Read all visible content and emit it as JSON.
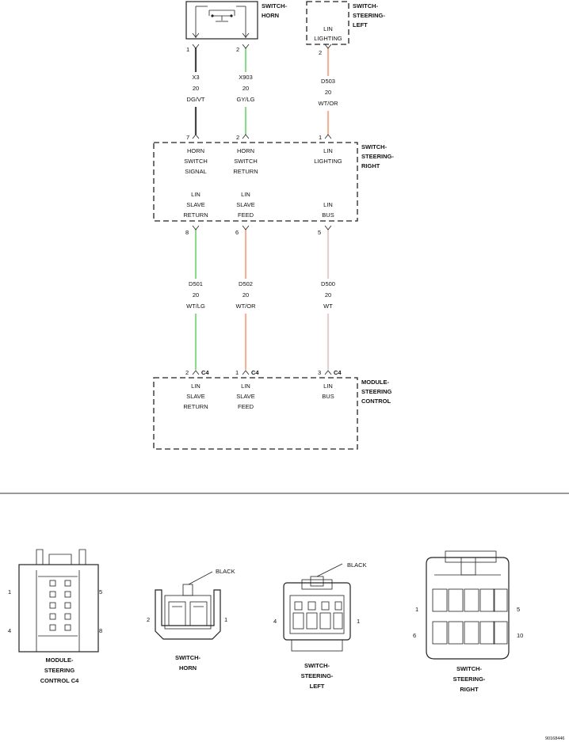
{
  "components": {
    "horn": [
      "SWITCH-",
      "HORN"
    ],
    "steering_left": [
      "SWITCH-",
      "STEERING-",
      "LEFT"
    ],
    "steering_right": [
      "SWITCH-",
      "STEERING-",
      "RIGHT"
    ],
    "module": [
      "MODULE-",
      "STEERING",
      "CONTROL"
    ]
  },
  "left_switch_inner": [
    "LIN",
    "LIGHTING"
  ],
  "upper_wires": [
    {
      "circuit": "X3",
      "gauge": "20",
      "color_code": "DG/VT",
      "top_pin": "1",
      "bottom_pin": "7",
      "wire_color": "#444444"
    },
    {
      "circuit": "X903",
      "gauge": "20",
      "color_code": "GY/LG",
      "top_pin": "2",
      "bottom_pin": "2",
      "wire_color": "#8fd88f"
    },
    {
      "circuit": "D503",
      "gauge": "20",
      "color_code": "WT/OR",
      "top_pin": "2",
      "bottom_pin": "1",
      "wire_color": "#f2b39b"
    }
  ],
  "right_switch_pins_top": [
    [
      "HORN",
      "SWITCH",
      "SIGNAL"
    ],
    [
      "HORN",
      "SWITCH",
      "RETURN"
    ],
    [
      "LIN",
      "LIGHTING"
    ]
  ],
  "right_switch_pins_bottom": [
    [
      "LIN",
      "SLAVE",
      "RETURN"
    ],
    [
      "LIN",
      "SLAVE",
      "FEED"
    ],
    [
      "LIN",
      "BUS"
    ]
  ],
  "lower_wires": [
    {
      "circuit": "D501",
      "gauge": "20",
      "color_code": "WT/LG",
      "top_pin": "8",
      "bottom_pin": "2",
      "wire_color": "#8fd88f"
    },
    {
      "circuit": "D502",
      "gauge": "20",
      "color_code": "WT/OR",
      "top_pin": "6",
      "bottom_pin": "1",
      "wire_color": "#f2b39b"
    },
    {
      "circuit": "D500",
      "gauge": "20",
      "color_code": "WT",
      "top_pin": "5",
      "bottom_pin": "3",
      "wire_color": "#e6cfcf"
    }
  ],
  "connector_tag": "C4",
  "module_pins": [
    [
      "LIN",
      "SLAVE",
      "RETURN"
    ],
    [
      "LIN",
      "SLAVE",
      "FEED"
    ],
    [
      "LIN",
      "BUS"
    ]
  ],
  "connector_views": [
    {
      "caption": [
        "MODULE-",
        "STEERING",
        "CONTROL C4"
      ],
      "pins": [
        "1",
        "5",
        "4",
        "8"
      ]
    },
    {
      "caption": [
        "SWITCH-",
        "HORN"
      ],
      "pins": [
        "2",
        "1"
      ],
      "color": "BLACK"
    },
    {
      "caption": [
        "SWITCH-",
        "STEERING-",
        "LEFT"
      ],
      "pins": [
        "4",
        "1"
      ],
      "color": "BLACK"
    },
    {
      "caption": [
        "SWITCH-",
        "STEERING-",
        "RIGHT"
      ],
      "pins": [
        "1",
        "5",
        "6",
        "10"
      ]
    }
  ],
  "figure_id": "90168446"
}
